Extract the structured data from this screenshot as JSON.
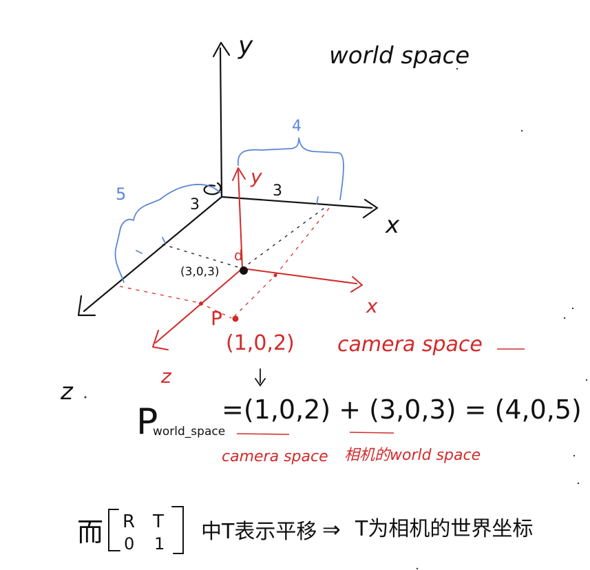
{
  "colors": {
    "ink": "#111111",
    "red": "#d22a2a",
    "blue": "#5b86d6"
  },
  "world": {
    "title": "world space",
    "axis_y": "y",
    "axis_x": "x",
    "axis_z": "z",
    "origin": "O",
    "dim_top": "3",
    "dim_left": "3",
    "brace_top": "4",
    "brace_left": "5"
  },
  "camera": {
    "title": "camera space",
    "axis_y": "y",
    "axis_x": "x",
    "axis_z": "z",
    "origin_label": "d",
    "origin_coord": "(3,0,3)",
    "point_label": "P",
    "point_coord": "(1,0,2)"
  },
  "equation": {
    "p": "P",
    "sub": "world_space",
    "rest": "=(1,0,2) + (3,0,3)  =  (4,0,5)",
    "note_left": "camera space",
    "note_right": "相机的world space"
  },
  "footer": {
    "prefix": "而",
    "m11": "R",
    "m12": "T",
    "m21": "0",
    "m22": "1",
    "text1": "中T表示平移",
    "arrow": "⇒",
    "text2": "T为相机的世界坐标"
  }
}
